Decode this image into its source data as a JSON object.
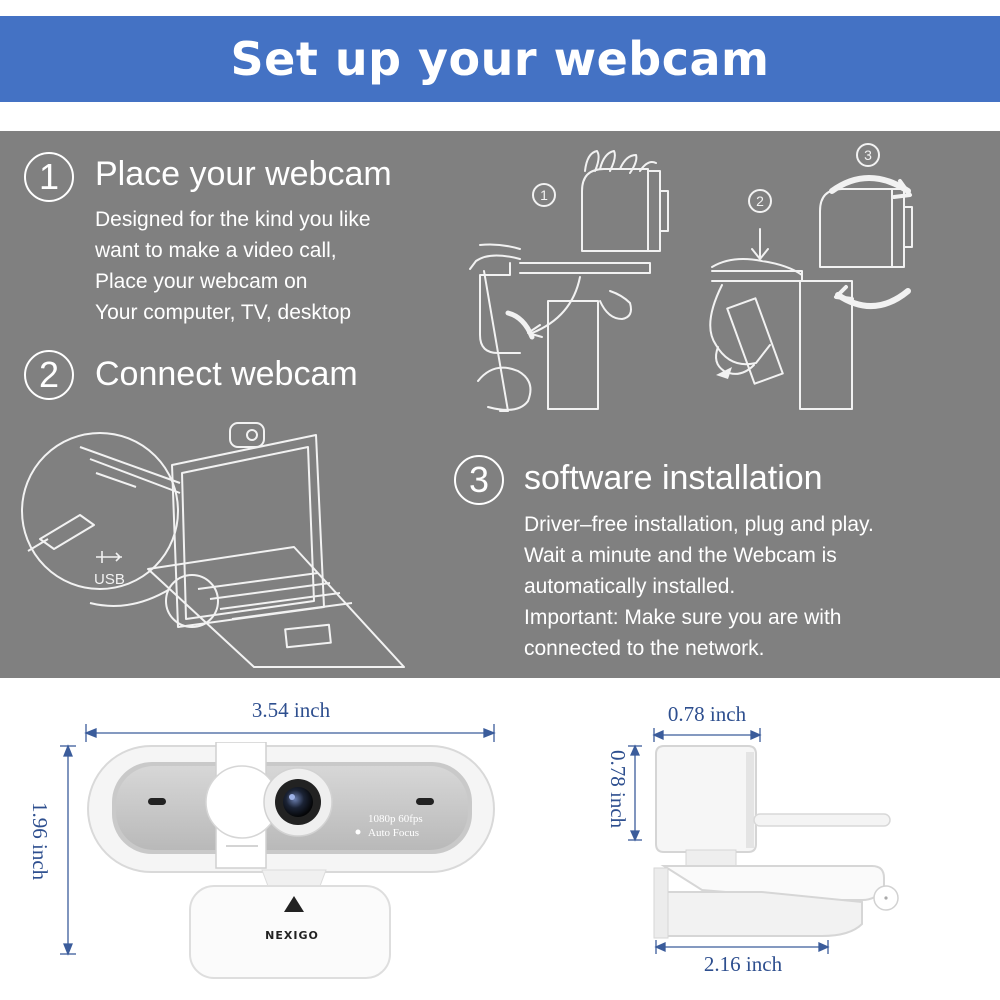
{
  "banner": {
    "title": "Set up your webcam"
  },
  "steps": [
    {
      "number": "1",
      "heading": "Place your webcam",
      "lines": [
        "Designed for the kind you like",
        "want to make a video call,",
        "Place your webcam on",
        "Your computer, TV, desktop"
      ]
    },
    {
      "number": "2",
      "heading": "Connect webcam",
      "lines": []
    },
    {
      "number": "3",
      "heading": "software installation",
      "lines": [
        "Driver–free installation, plug and play.",
        "Wait a minute and the Webcam is",
        "automatically installed.",
        "Important: Make sure you are with",
        "connected to the network."
      ]
    }
  ],
  "illustration": {
    "mount_steps": [
      "1",
      "2",
      "3"
    ],
    "usb_label": "USB"
  },
  "front_view": {
    "width": "3.54 inch",
    "height": "1.96 inch",
    "spec_lines": [
      "1080p 60fps",
      "Auto Focus"
    ],
    "brand": "NEXIGO"
  },
  "side_view": {
    "depth": "0.78 inch",
    "head_height": "0.78 inch",
    "base_depth": "2.16 inch"
  },
  "colors": {
    "banner": "#4472c4",
    "panel": "#808080",
    "dimension_text": "#2e4f8f"
  }
}
